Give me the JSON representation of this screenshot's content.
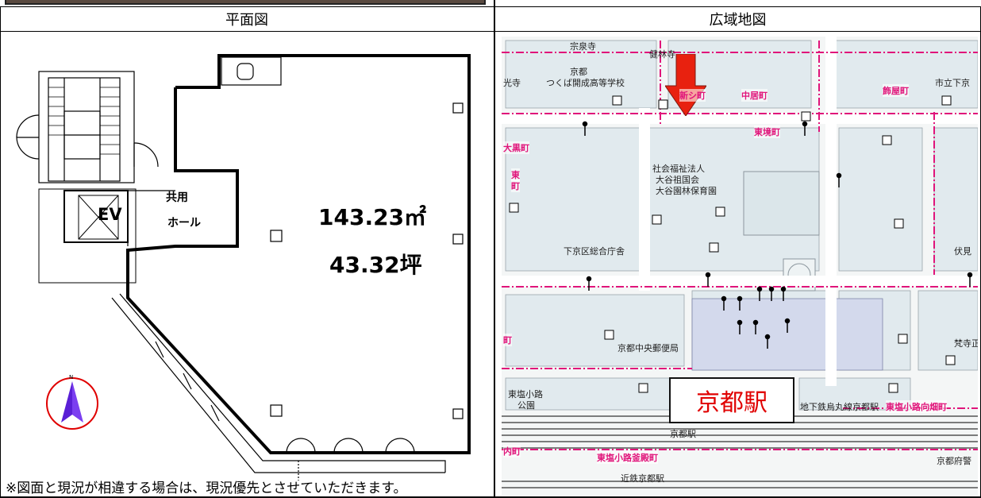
{
  "headers": {
    "floor_plan": "平面図",
    "wide_map": "広域地図"
  },
  "floor_plan": {
    "area_sqm": "143.23㎡",
    "area_tsubo": "43.32坪",
    "ev_label": "EV",
    "common_hall_line1": "共用",
    "common_hall_line2": "ホール",
    "north_label": "N",
    "note": "※図面と現況が相違する場合は、現況優先とさせていただきます。"
  },
  "map": {
    "station_label": "京都駅",
    "places": {
      "sojuji": "宗泉寺",
      "kenrinji": "健林寺",
      "kyoto_label": "京都",
      "tsukuba": "つくば開成高等学校",
      "sekoji": "光寺",
      "shinshi_cho": "新シ町",
      "nakai_cho": "中居町",
      "higashishio_cho": "東境町",
      "kajiya_cho": "飾屋町",
      "shiritsu": "市立下京",
      "daikoku_cho": "大黒町",
      "higashi": "東",
      "machi": "町",
      "shakai_fukushi": "社会福祉法人",
      "otani_sendo": "大谷祖国会",
      "otani_hoikuen": "大谷園林保育園",
      "shimogyo_office": "下京区総合庁舎",
      "fushimi": "伏見",
      "chuo_post": "京都中央郵便局",
      "higashishiokoji_koen": "東塩小路",
      "koen": "公園",
      "subway_station": "地下鉄烏丸線京都駅",
      "higashishiokoji_mukaihata": "東塩小路向畑町",
      "kyoto_eki_small": "京都駅",
      "shinmachi": "内町",
      "higashishiokoji_kamidan": "東塩小路釜殿町",
      "kintetsu": "近鉄京都駅",
      "kyoto_fu_police": "京都府警",
      "bonji": "梵寺正",
      "seki_cho": "町"
    },
    "colors": {
      "boundary": "#e0147a",
      "arrow": "#e8210f",
      "building": "#e6eef0",
      "water": "#c8dce8"
    }
  }
}
